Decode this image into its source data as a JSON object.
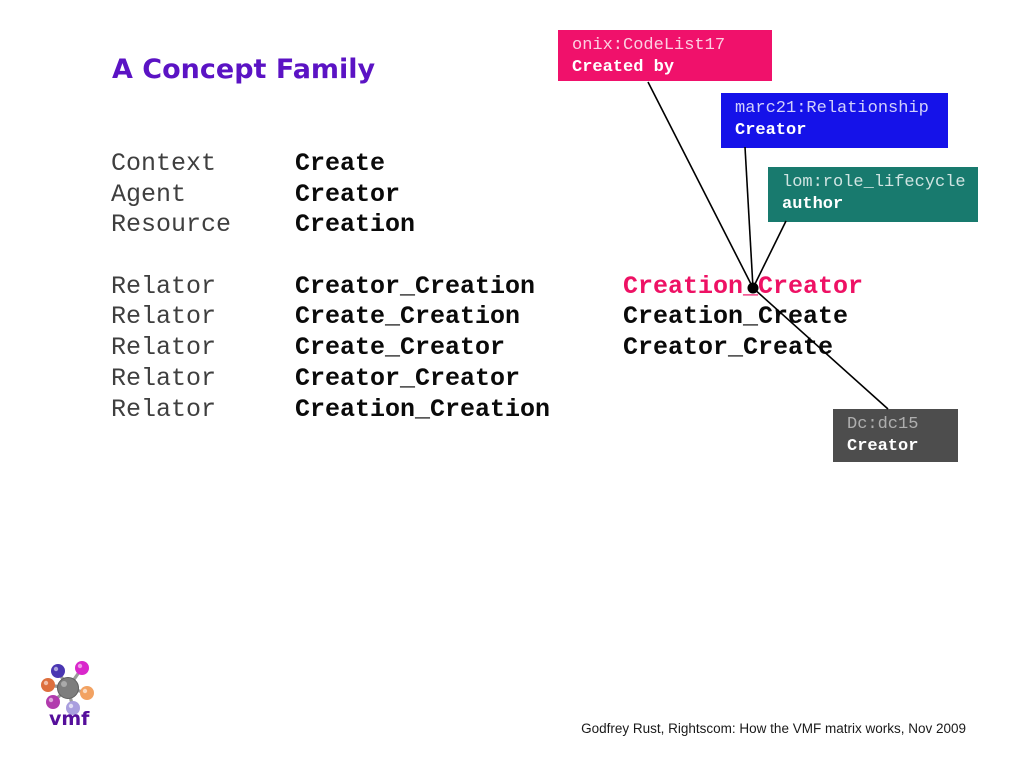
{
  "slide": {
    "title": "A Concept Family",
    "footer": "Godfrey Rust, Rightscom: How the VMF matrix works, Nov 2009",
    "logo_text": "vmf"
  },
  "table": {
    "rows": [
      {
        "col1": "Context",
        "col2": "Create",
        "col3": ""
      },
      {
        "col1": "Agent",
        "col2": "Creator",
        "col3": ""
      },
      {
        "col1": "Resource",
        "col2": "Creation",
        "col3": ""
      },
      {
        "col1": "",
        "col2": "",
        "col3": ""
      },
      {
        "col1": "Relator",
        "col2": "Creator_Creation",
        "col3": "Creation_Creator",
        "highlight": true
      },
      {
        "col1": "Relator",
        "col2": "Create_Creation",
        "col3": "Creation_Create"
      },
      {
        "col1": "Relator",
        "col2": "Create_Creator",
        "col3": "Creator_Create"
      },
      {
        "col1": "Relator",
        "col2": "Creator_Creator",
        "col3": ""
      },
      {
        "col1": "Relator",
        "col2": "Creation_Creation",
        "col3": ""
      }
    ]
  },
  "callouts": [
    {
      "scheme": "onix:CodeList17",
      "term": "Created by",
      "bg": "#f0116b"
    },
    {
      "scheme": "marc21:Relationship",
      "term": "Creator",
      "bg": "#1512e9"
    },
    {
      "scheme": "lom:role_lifecycle",
      "term": "author",
      "bg": "#187a6e"
    },
    {
      "scheme": "Dc:dc15",
      "term": "Creator",
      "bg": "#4d4d4d"
    }
  ],
  "colors": {
    "title_purple": "#5b13c4",
    "highlight_pink": "#ee1164",
    "onix_pink": "#f0116b",
    "marc_blue": "#1512e9",
    "lom_teal": "#187a6e",
    "dc_gray": "#4d4d4d",
    "logo_text_purple": "#550f9b"
  }
}
